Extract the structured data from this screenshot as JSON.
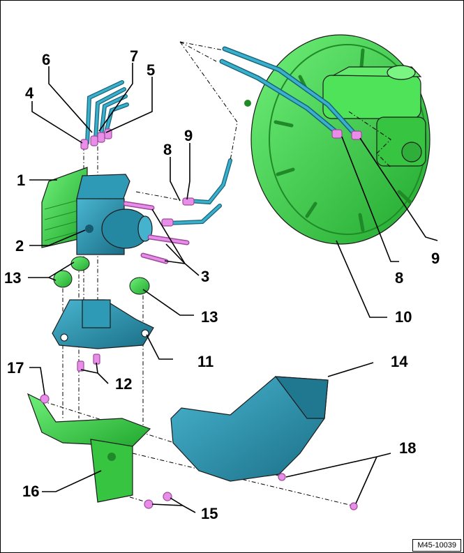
{
  "diagram": {
    "reference_code": "M45-10039",
    "callouts": [
      "1",
      "2",
      "3",
      "4",
      "5",
      "6",
      "7",
      "8",
      "9",
      "8",
      "9",
      "10",
      "11",
      "12",
      "13",
      "13",
      "14",
      "15",
      "16",
      "17",
      "18"
    ]
  },
  "colors": {
    "green": "#3fd34a",
    "green_dark": "#1f8a27",
    "blue": "#2a93b0",
    "blue_dark": "#17647a",
    "pink": "#e88de8",
    "pink_dark": "#9c4a9c"
  }
}
